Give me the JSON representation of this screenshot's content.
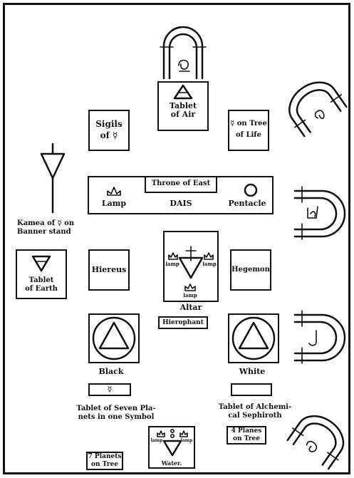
{
  "labels": {
    "tablet_air": "Tablet\nof Air",
    "sigils": "Sigils\nof ☿",
    "mercury_tree": "☿ on Tree\nof Life",
    "throne": "Throne of East",
    "lamp": "Lamp",
    "dais": "DAIS",
    "pentacle": "Pentacle",
    "kamea": "Kamea of ☿ on\nBanner stand",
    "tablet_earth": "Tablet\nof Earth",
    "hiereus": "Hiereus",
    "altar_lamp_left": "lamp",
    "altar_lamp_right": "lamp",
    "altar_lamp_bottom": "lamp",
    "altar": "Altar",
    "hierophant": "Hierophant",
    "hegemon": "Hegemon",
    "black": "Black",
    "white": "White",
    "seven_planets_symbol_tablet": "☿",
    "tablet_seven_planets": "Tablet of Seven Pla-\nnets in one Symbol",
    "tablet_alchemical": "Tablet of Alchemi-\ncal Sephiroth",
    "four_planes": "4 Planes\non Tree",
    "seven_planets_tree": "7 Planets\non Tree",
    "water_lamp_left": "lamp",
    "water_lamp_right": "lamp",
    "water_tablet": "Water."
  },
  "icons": [
    "arch-top-icon",
    "arch-right-upper-icon",
    "arch-right-middle-icon",
    "arch-right-lower-icon",
    "arch-right-bottom-icon",
    "air-triangle-icon",
    "banner-stand-icon",
    "earth-triangle-icon",
    "lamp-flame-icon",
    "pentacle-circle-icon",
    "altar-cross-icon",
    "black-pillar-icon",
    "white-pillar-icon",
    "water-triangle-icon"
  ]
}
